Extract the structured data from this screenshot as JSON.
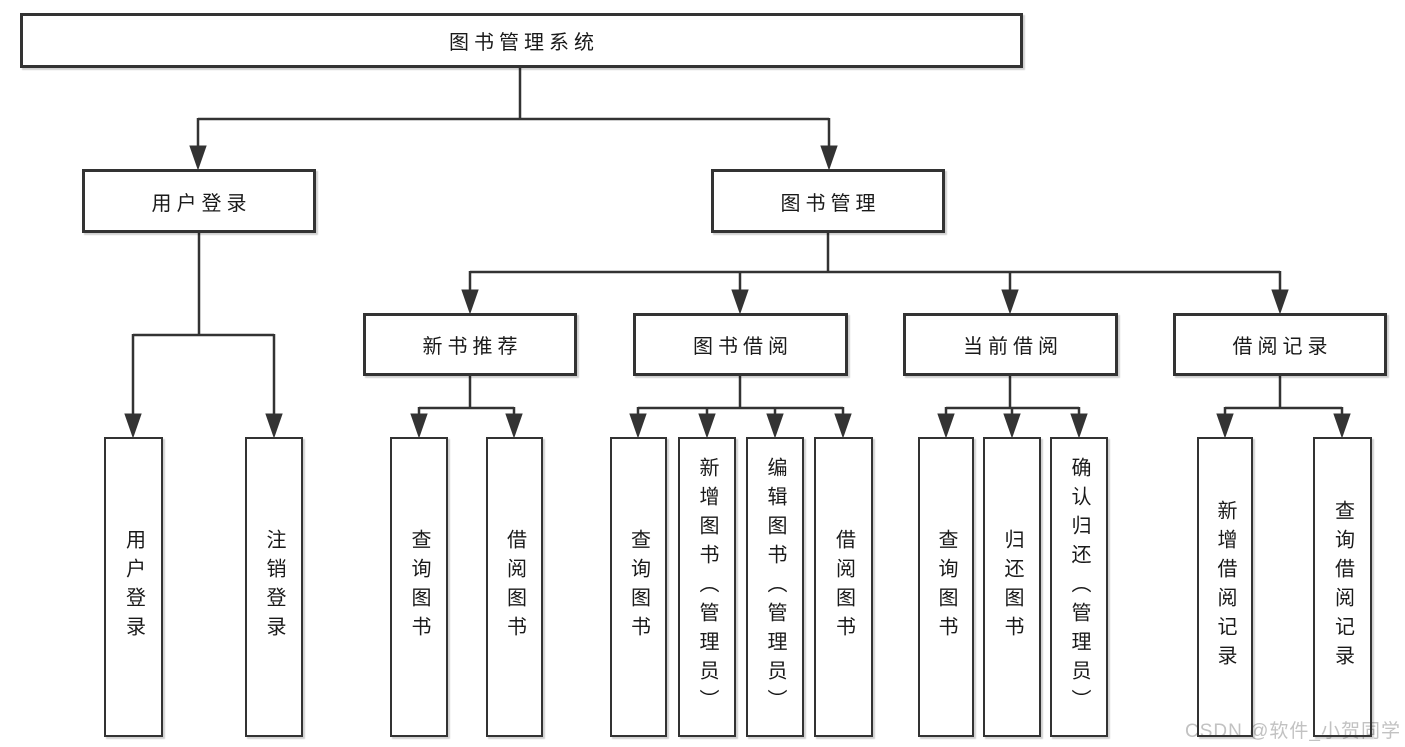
{
  "colors": {
    "line": "#333333",
    "box_border": "#333333",
    "text": "#1a1a1a",
    "watermark": "#c2c2c2",
    "background": "#ffffff"
  },
  "watermark": {
    "text": "CSDN @软件_小贺同学"
  },
  "tree": {
    "root": {
      "label": "图书管理系统",
      "children": [
        {
          "label": "用户登录",
          "children": [
            {
              "label": "用户登录"
            },
            {
              "label": "注销登录"
            }
          ]
        },
        {
          "label": "图书管理",
          "children": [
            {
              "label": "新书推荐",
              "children": [
                {
                  "label": "查询图书"
                },
                {
                  "label": "借阅图书"
                }
              ]
            },
            {
              "label": "图书借阅",
              "children": [
                {
                  "label": "查询图书"
                },
                {
                  "label": "新增图书（管理员）"
                },
                {
                  "label": "编辑图书（管理员）"
                },
                {
                  "label": "借阅图书"
                }
              ]
            },
            {
              "label": "当前借阅",
              "children": [
                {
                  "label": "查询图书"
                },
                {
                  "label": "归还图书"
                },
                {
                  "label": "确认归还（管理员）"
                }
              ]
            },
            {
              "label": "借阅记录",
              "children": [
                {
                  "label": "新增借阅记录"
                },
                {
                  "label": "查询借阅记录"
                }
              ]
            }
          ]
        }
      ]
    }
  }
}
